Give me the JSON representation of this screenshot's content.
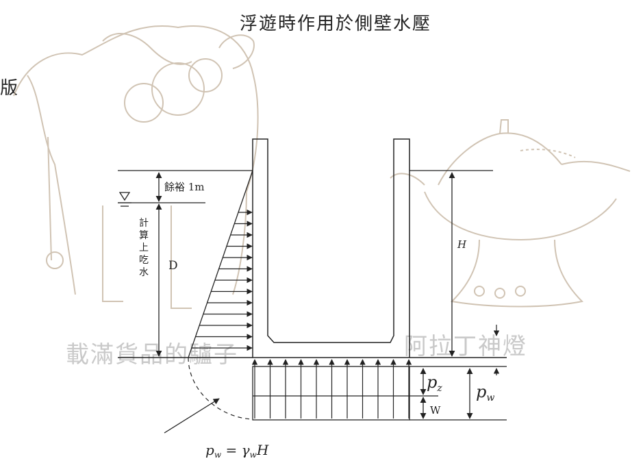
{
  "title": "浮遊時作用於側壁水壓",
  "side_text": "版",
  "watermarks": {
    "left": "載滿貨品的驢子",
    "right": "阿拉丁神燈"
  },
  "labels": {
    "freeboard": "餘裕 1m",
    "draft_vertical": "計算上吃水",
    "depth": "D",
    "height": "H",
    "pz_main": "p",
    "pz_sub": "z",
    "pw_main": "p",
    "pw_sub": "w",
    "weight": "W",
    "formula": "p",
    "formula_sub1": "w",
    "formula_eq": " = γ",
    "formula_sub2": "w",
    "formula_end": "H"
  },
  "colors": {
    "line": "#222222",
    "sketch": "#c8b9a6",
    "watermark": "#c9c9c9"
  }
}
